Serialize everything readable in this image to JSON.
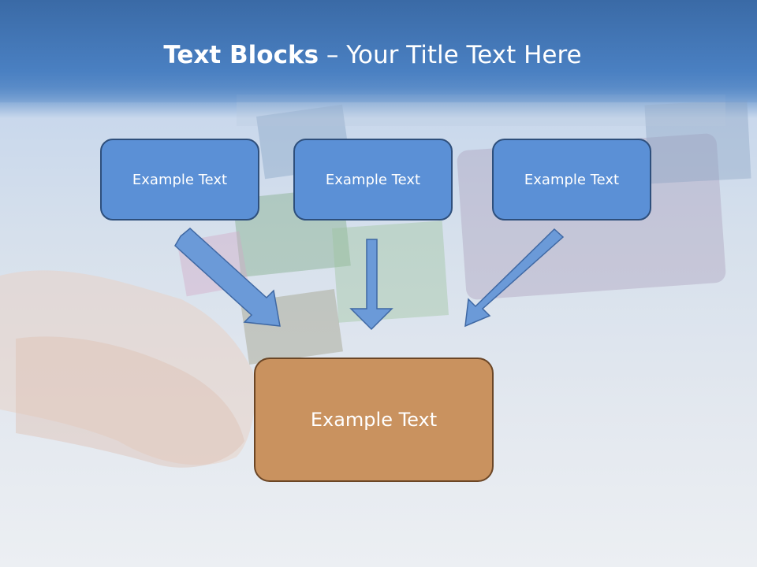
{
  "title": {
    "bold": "Text Blocks",
    "rest": " – Your Title Text Here"
  },
  "boxes": {
    "top_left": "Example Text",
    "top_center": "Example Text",
    "top_right": "Example Text",
    "bottom": "Example Text"
  },
  "colors": {
    "header": "#4a80c2",
    "box_blue": "#5b90d6",
    "box_blue_border": "#2e4f7c",
    "box_orange": "#c9925f",
    "box_orange_border": "#6b4626",
    "arrow": "#6b9ad8"
  }
}
